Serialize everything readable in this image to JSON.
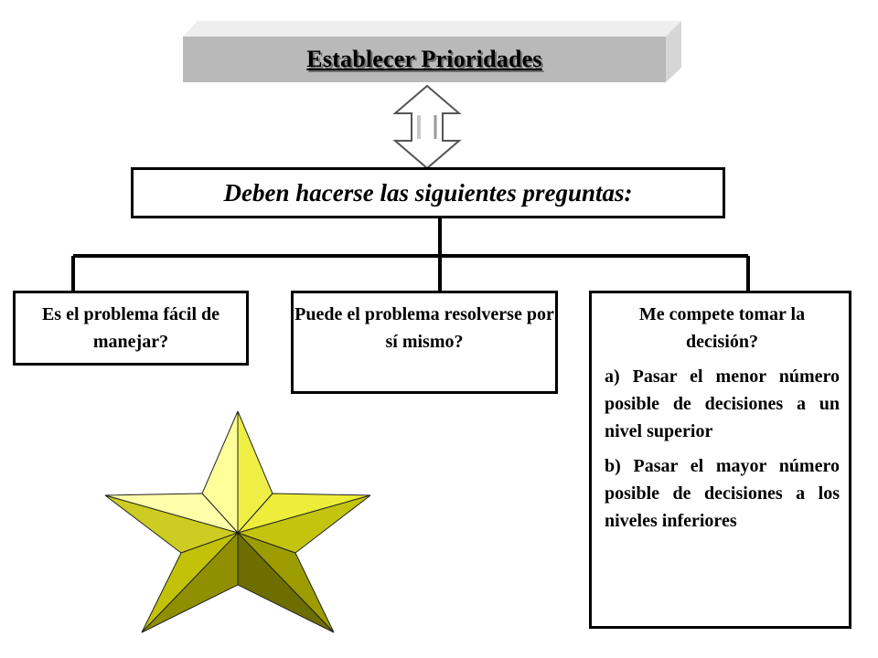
{
  "title": "Establecer Prioridades",
  "question_header": "Deben hacerse las siguientes preguntas:",
  "questions": [
    {
      "label": "Es el problema fácil de manejar?"
    },
    {
      "label": "Puede el problema resolverse por sí mismo?"
    },
    {
      "label": "Me  compete tomar la decisión?",
      "options": [
        "a) Pasar el menor número posible de decisiones a un nivel superior",
        "b) Pasar el mayor número posible de decisiones a los niveles inferiores"
      ]
    }
  ],
  "colors": {
    "banner_front": "#b9b9b9",
    "banner_top": "#e4e4e4",
    "banner_side": "#d6d6d6",
    "star_light": "#ffff99",
    "star_mid": "#e6e64d",
    "star_dark": "#8f8f00",
    "star_shadow": "#6e6e00"
  },
  "icons": [
    "double-arrow-icon",
    "star-icon"
  ]
}
